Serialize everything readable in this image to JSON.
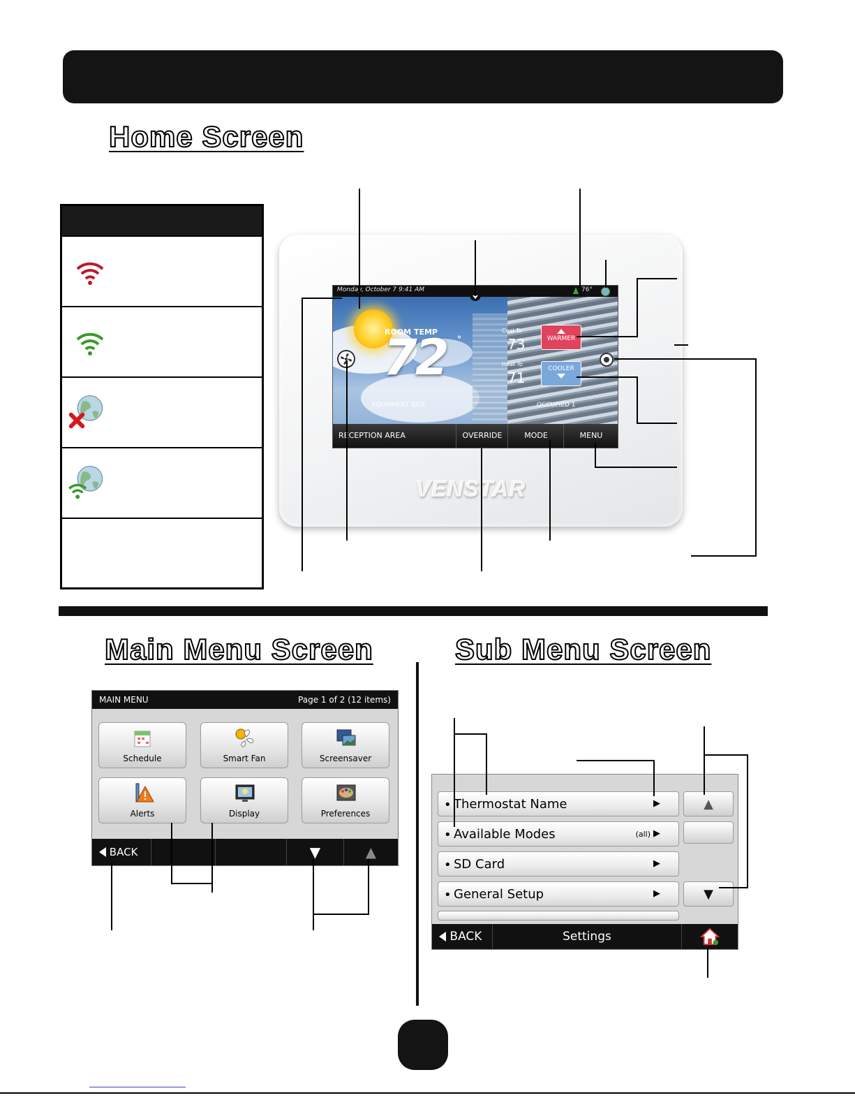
{
  "headings": {
    "home": "Home Screen",
    "main_menu": "Main Menu Screen",
    "sub_menu": "Sub Menu Screen"
  },
  "legend": {
    "rows": [
      {
        "icon": "wifi-red-icon",
        "color": "#c0182b"
      },
      {
        "icon": "wifi-green-icon",
        "color": "#3a9a2a"
      },
      {
        "icon": "globe-disconnected-icon",
        "color": "#d31a1a"
      },
      {
        "icon": "globe-wifi-connected-icon",
        "color": "#3a9a2a"
      }
    ]
  },
  "thermostat": {
    "date_time": "Monday, October 7 9:41 AM",
    "outdoor_temp": "76°",
    "room_temp_label": "ROOM TEMP",
    "room_temp": "72",
    "degree": "°",
    "cool_to_label": "Cool To",
    "cool_to": "73",
    "heat_to_label": "Heat To",
    "heat_to": "71",
    "warmer": "WARMER",
    "cooler": "COOLER",
    "equipment_status": "EQUIPMENT IDLE",
    "occupancy": "OCCUPIED 1",
    "location": "RECEPTION AREA",
    "override": "OVERRIDE",
    "mode": "MODE",
    "menu": "MENU",
    "brand": "VENSTAR"
  },
  "main_menu": {
    "title": "MAIN MENU",
    "page_info": "Page 1 of 2 (12 items)",
    "tiles": [
      {
        "label": "Schedule",
        "icon": "calendar-icon"
      },
      {
        "label": "Smart Fan",
        "icon": "fan-icon"
      },
      {
        "label": "Screensaver",
        "icon": "pictures-icon"
      },
      {
        "label": "Alerts",
        "icon": "alert-icon"
      },
      {
        "label": "Display",
        "icon": "display-icon"
      },
      {
        "label": "Preferences",
        "icon": "palette-icon"
      }
    ],
    "back": "BACK",
    "down": "▼",
    "up": "▲"
  },
  "sub_menu": {
    "items": [
      {
        "label": "Thermostat Name",
        "value": ""
      },
      {
        "label": "Available Modes",
        "value": "(all)"
      },
      {
        "label": "SD Card",
        "value": ""
      },
      {
        "label": "General Setup",
        "value": ""
      }
    ],
    "bullet": "•",
    "arrow": "▶",
    "up": "▲",
    "down": "▼",
    "back": "BACK",
    "title": "Settings"
  }
}
